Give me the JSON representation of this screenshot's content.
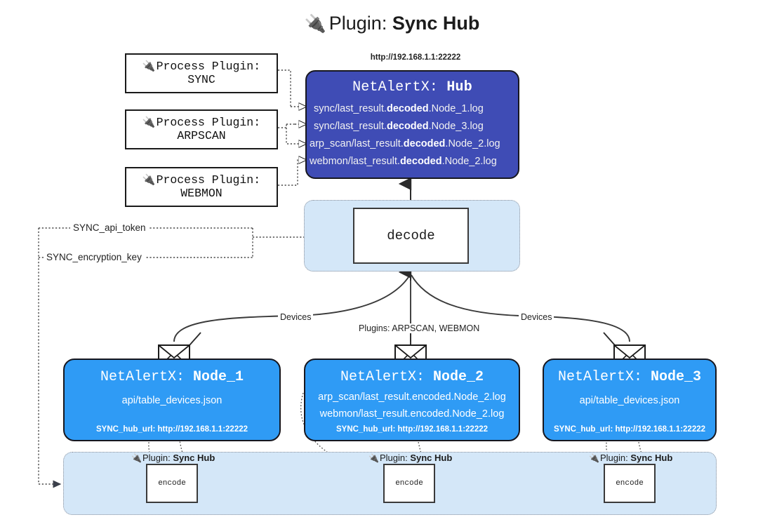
{
  "title": {
    "icon": "electric-plug-icon",
    "prefix": "Plugin:",
    "name": "Sync Hub"
  },
  "process_plugins": [
    {
      "line1": "Process Plugin:",
      "line2": "SYNC"
    },
    {
      "line1": "Process Plugin:",
      "line2": "ARPSCAN"
    },
    {
      "line1": "Process Plugin:",
      "line2": "WEBMON"
    }
  ],
  "hub": {
    "url": "http://192.168.1.1:22222",
    "title_prefix": "NetAlertX:",
    "title_name": "Hub",
    "logs": [
      {
        "pre": "sync/last_result.",
        "bold": "decoded",
        "post": ".Node_1.log"
      },
      {
        "pre": "sync/last_result.",
        "bold": "decoded",
        "post": ".Node_3.log"
      },
      {
        "pre": "arp_scan/last_result.",
        "bold": "decoded",
        "post": ".Node_2.log"
      },
      {
        "pre": "webmon/last_result.",
        "bold": "decoded",
        "post": ".Node_2.log"
      }
    ]
  },
  "decode": {
    "label": "decode"
  },
  "keys": {
    "api_token": "SYNC_api_token",
    "encryption_key": "SYNC_encryption_key"
  },
  "edge_labels": {
    "devices_left": "Devices",
    "devices_right": "Devices",
    "plugins": "Plugins: ARPSCAN, WEBMON"
  },
  "nodes": [
    {
      "title_prefix": "NetAlertX:",
      "title_name": "Node_1",
      "lines": [
        "api/table_devices.json"
      ],
      "hub_url_label": "SYNC_hub_url: http://192.168.1.1:22222",
      "envelope_icon": "envelope-icon"
    },
    {
      "title_prefix": "NetAlertX:",
      "title_name": "Node_2",
      "lines": [
        "arp_scan/last_result.encoded.Node_2.log",
        "webmon/last_result.encoded.Node_2.log"
      ],
      "hub_url_label": "SYNC_hub_url: http://192.168.1.1:22222",
      "envelope_icon": "envelope-icon"
    },
    {
      "title_prefix": "NetAlertX:",
      "title_name": "Node_3",
      "lines": [
        "api/table_devices.json"
      ],
      "hub_url_label": "SYNC_hub_url: http://192.168.1.1:22222",
      "envelope_icon": "envelope-icon"
    }
  ],
  "encoders": [
    {
      "caption_prefix": "Plugin:",
      "caption_name": "Sync Hub",
      "box_label": "encode"
    },
    {
      "caption_prefix": "Plugin:",
      "caption_name": "Sync Hub",
      "box_label": "encode"
    },
    {
      "caption_prefix": "Plugin:",
      "caption_name": "Sync Hub",
      "box_label": "encode"
    }
  ],
  "colors": {
    "hub_fill": "#3F4CB5",
    "node_fill": "#2F9BF5",
    "band_fill": "#D4E7F8",
    "stroke": "#17171f",
    "page_bg": "#ffffff"
  }
}
